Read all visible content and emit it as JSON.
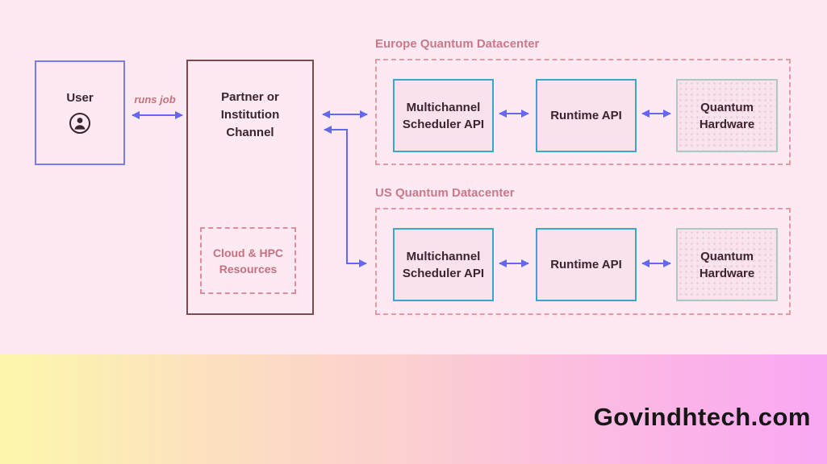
{
  "diagram": {
    "user": {
      "label": "User",
      "icon": "person-in-circle"
    },
    "runs_job_label": "runs job",
    "partner": {
      "label": "Partner or Institution Channel",
      "cloud_label": "Cloud & HPC Resources"
    },
    "datacenters": [
      {
        "title": "Europe Quantum Datacenter",
        "nodes": [
          {
            "label": "Multichannel Scheduler API",
            "type": "api"
          },
          {
            "label": "Runtime API",
            "type": "api"
          },
          {
            "label": "Quantum Hardware",
            "type": "hardware"
          }
        ]
      },
      {
        "title": "US Quantum Datacenter",
        "nodes": [
          {
            "label": "Multichannel Scheduler API",
            "type": "api"
          },
          {
            "label": "Runtime API",
            "type": "api"
          },
          {
            "label": "Quantum Hardware",
            "type": "hardware"
          }
        ]
      }
    ]
  },
  "footer": {
    "brand": "Govindhtech.com"
  },
  "colors": {
    "background": "#fde9f2",
    "arrow": "#6468f0",
    "user_border": "#7b7bef",
    "partner_border": "#7c4b52",
    "api_box_border": "#3aa6c9",
    "hardware_box_border": "#abc8c1",
    "node_fill": "#f9e2ee",
    "rose_text": "#c9798a",
    "dark_text": "#3b2430",
    "banner_gradient": [
      "#fdf7ab",
      "#fcdfc0",
      "#fccdd2",
      "#f9a7f2"
    ],
    "brand_text": "#161616"
  }
}
